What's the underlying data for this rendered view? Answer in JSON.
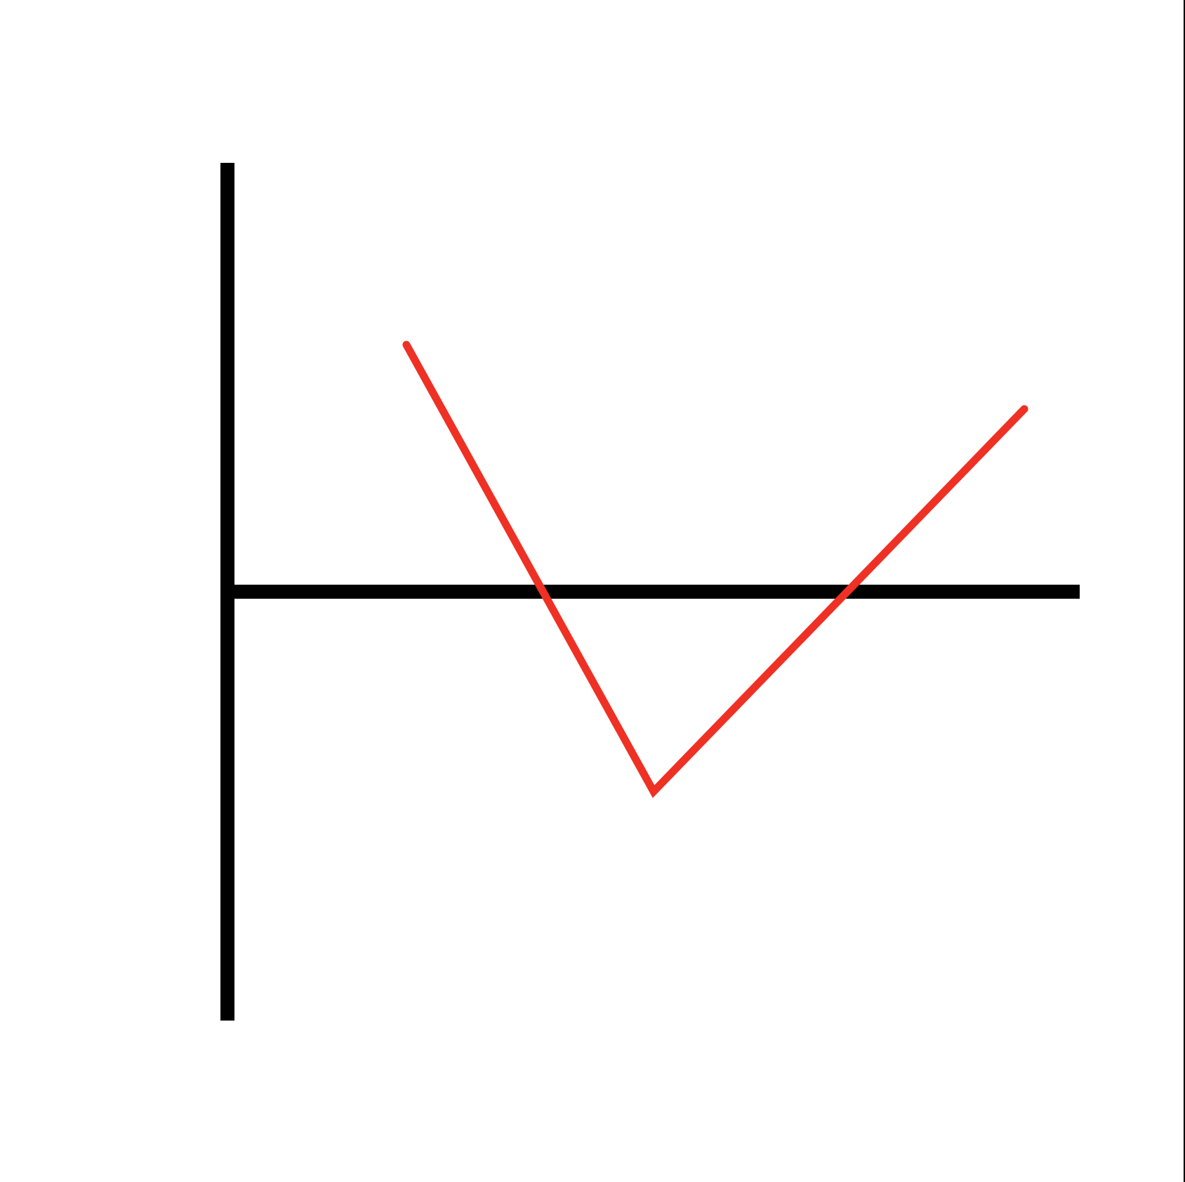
{
  "chart_data": {
    "type": "line",
    "title": "",
    "xlabel": "",
    "ylabel": "",
    "grid": false,
    "legend": "none",
    "xlim": [
      0,
      10
    ],
    "ylim": [
      -5,
      5
    ],
    "series": [
      {
        "color": "#ee3124",
        "x": [
          2.1,
          5.0,
          9.35
        ],
        "y": [
          2.88,
          -2.33,
          2.13
        ]
      }
    ]
  },
  "colors": {
    "axis": "#000000",
    "series": "#ee3124",
    "background": "#ffffff"
  }
}
